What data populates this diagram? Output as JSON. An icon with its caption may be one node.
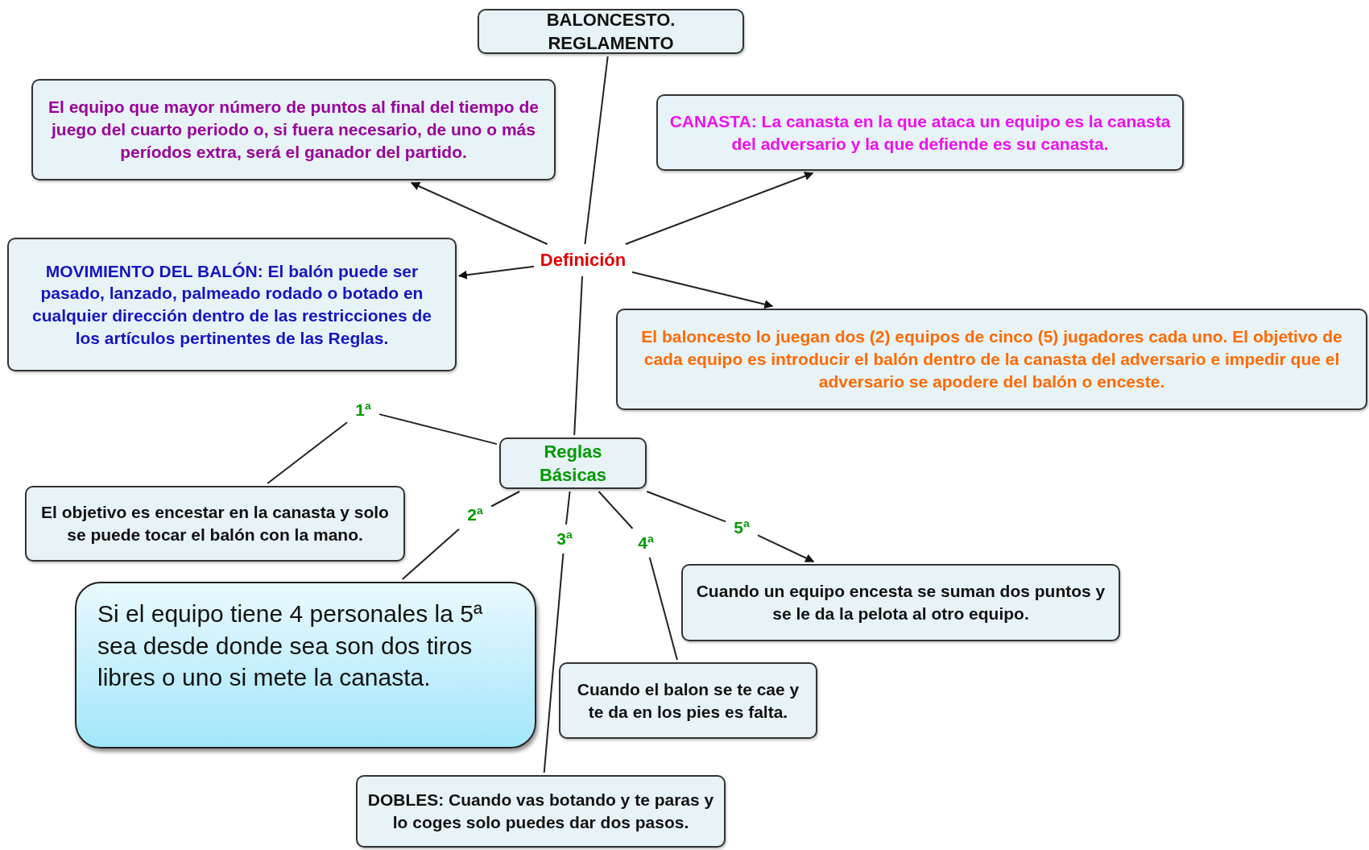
{
  "diagram": {
    "nodes": [
      {
        "text": [
          "BALONCESTO. REGLAMENTO"
        ]
      },
      {
        "text": [
          "El equipo que mayor número de puntos al final del tiempo de juego del cuarto periodo o, si fuera necesario, de uno o más períodos extra, será el ganador del partido."
        ]
      },
      {
        "text": [
          "CANASTA: La canasta en la que ataca un equipo es la canasta del adversario y la que defiende es su canasta."
        ]
      },
      {
        "text": [
          "Definición"
        ]
      },
      {
        "text": [
          "MOVIMIENTO DEL BALÓN: El balón puede ser pasado, lanzado, palmeado rodado o botado en cualquier dirección dentro de las restricciones de los artículos pertinentes de las Reglas."
        ]
      },
      {
        "text": [
          "El baloncesto lo juegan dos (2) equipos de cinco (5) jugadores cada uno. El objetivo de cada equipo es introducir el balón dentro de la canasta del adversario e impedir que el adversario se apodere del balón o enceste."
        ]
      },
      {
        "text": [
          "1ª"
        ]
      },
      {
        "text": [
          "Reglas Básicas"
        ]
      },
      {
        "text": [
          "El objetivo es encestar en la canasta y solo se puede tocar el balón con la mano."
        ]
      },
      {
        "text": [
          "2ª"
        ]
      },
      {
        "text": [
          "3ª"
        ]
      },
      {
        "text": [
          "4ª"
        ]
      },
      {
        "text": [
          "5ª"
        ]
      },
      {
        "text": [
          "Si el equipo tiene 4 personales la 5ª sea desde donde sea son dos tiros libres o uno si mete la canasta."
        ]
      },
      {
        "text": [
          "Cuando un equipo encesta se suman dos puntos y se le da la pelota al otro equipo."
        ]
      },
      {
        "text": [
          "Cuando el balon se te cae y te da en los pies es falta."
        ]
      },
      {
        "text": [
          "DOBLES: Cuando vas botando y te paras y lo coges solo puedes dar dos pasos."
        ]
      }
    ],
    "edges": [
      {
        "from": 0,
        "to": 3,
        "arrow": "none"
      },
      {
        "from": 3,
        "to": 1,
        "arrow": "to"
      },
      {
        "from": 3,
        "to": 2,
        "arrow": "to"
      },
      {
        "from": 3,
        "to": 4,
        "arrow": "to"
      },
      {
        "from": 3,
        "to": 5,
        "arrow": "to"
      },
      {
        "from": 3,
        "to": 7,
        "arrow": "none"
      },
      {
        "from": 7,
        "to": 6,
        "arrow": "none"
      },
      {
        "from": 6,
        "to": 8,
        "arrow": "none"
      },
      {
        "from": 7,
        "to": 9,
        "arrow": "none"
      },
      {
        "from": 9,
        "to": 13,
        "arrow": "none"
      },
      {
        "from": 7,
        "to": 10,
        "arrow": "none"
      },
      {
        "from": 10,
        "to": 16,
        "arrow": "none"
      },
      {
        "from": 7,
        "to": 11,
        "arrow": "none"
      },
      {
        "from": 11,
        "to": 15,
        "arrow": "none"
      },
      {
        "from": 7,
        "to": 12,
        "arrow": "none"
      },
      {
        "from": 12,
        "to": 14,
        "arrow": "to"
      }
    ]
  }
}
